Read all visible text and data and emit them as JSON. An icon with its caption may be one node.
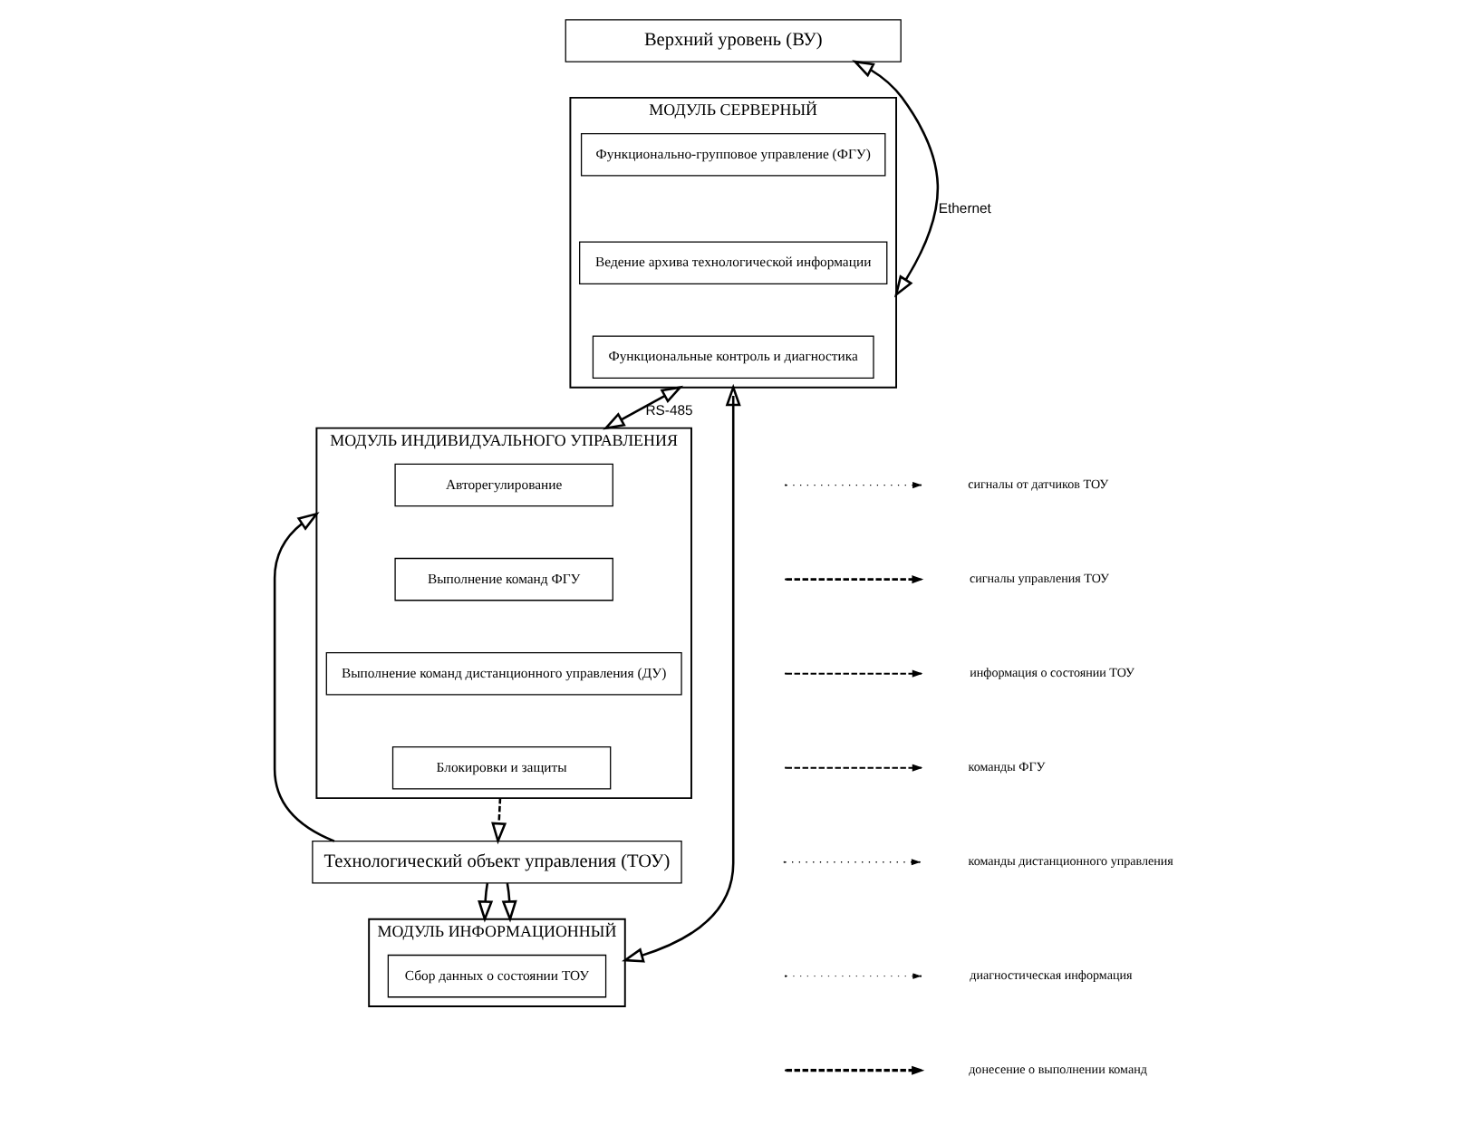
{
  "diagram": {
    "nodes": [
      {
        "text": [
          "Верхний уровень (ВУ)"
        ]
      },
      {
        "text": [
          "МОДУЛЬ СЕРВЕРНЫЙ"
        ]
      },
      {
        "text": [
          "Функционально-групповое управление (ФГУ)"
        ],
        "in": 1
      },
      {
        "text": [
          "Ведение архива технологической информации"
        ],
        "in": 1
      },
      {
        "text": [
          "Функциональные контроль и диагностика"
        ],
        "in": 1
      },
      {
        "text": [
          "МОДУЛЬ ИНДИВИДУАЛЬНОГО УПРАВЛЕНИЯ"
        ]
      },
      {
        "text": [
          "Авторегулирование"
        ],
        "in": 5
      },
      {
        "text": [
          "Выполнение команд ФГУ"
        ],
        "in": 5
      },
      {
        "text": [
          "Выполнение команд дистанционного управления (ДУ)"
        ],
        "in": 5
      },
      {
        "text": [
          "Блокировки и защиты"
        ],
        "in": 5
      },
      {
        "text": [
          "МОДУЛЬ ИНФОРМАЦИОННЫЙ"
        ]
      },
      {
        "text": [
          "Сбор данных о состоянии ТОУ"
        ],
        "in": 10
      },
      {
        "text": [
          "Технологический объект управления (ТОУ)"
        ]
      }
    ],
    "edges": [
      {
        "from": 1,
        "to": 0,
        "arrow": "both",
        "label": "Ethernet"
      },
      {
        "from": 1,
        "to": 5,
        "arrow": "both",
        "label": "RS-485"
      },
      {
        "from": 1,
        "to": 10,
        "arrow": "both"
      },
      {
        "from": 5,
        "to": 12,
        "arrow": "to",
        "style": "dashed"
      },
      {
        "from": 12,
        "to": 5,
        "arrow": "to"
      },
      {
        "from": 12,
        "to": 10,
        "arrow": "to"
      },
      {
        "from": 12,
        "to": 10,
        "arrow": "to"
      }
    ],
    "legend": [
      {
        "text": "сигналы от датчиков ТОУ"
      },
      {
        "text": "сигналы управления ТОУ"
      },
      {
        "text": "информация о состоянии ТОУ"
      },
      {
        "text": "команды ФГУ"
      },
      {
        "text": "команды дистанционного управления"
      },
      {
        "text": "диагностическая информация"
      },
      {
        "text": "донесение о выполнении команд"
      }
    ]
  }
}
